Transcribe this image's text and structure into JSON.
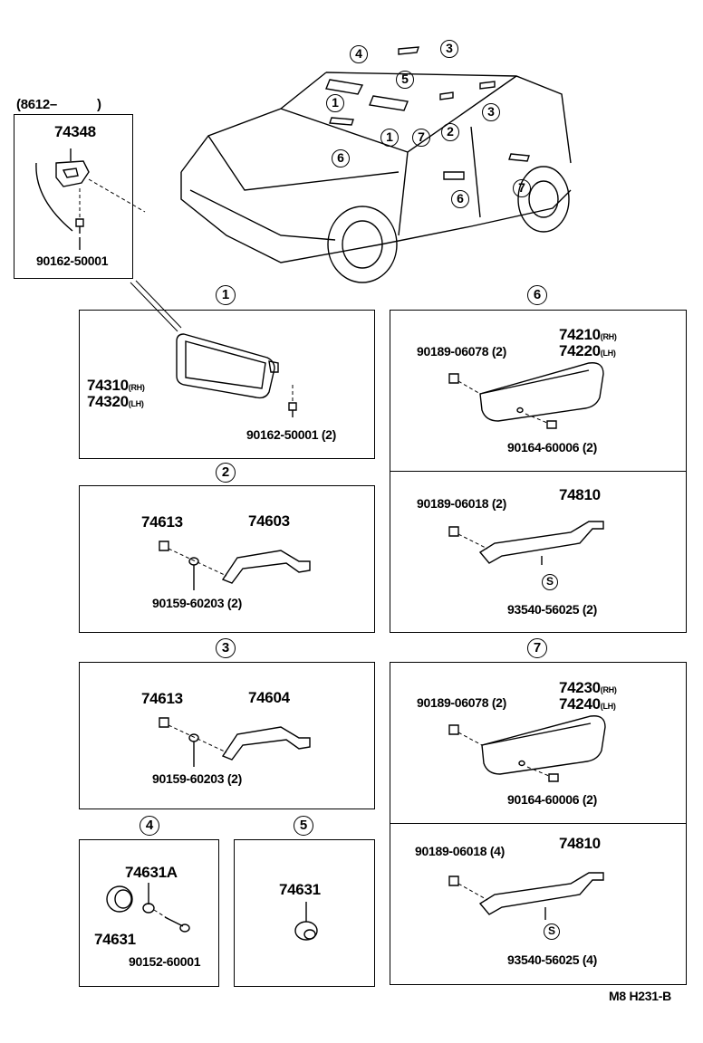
{
  "inset": {
    "date_range": "(8612–　　　)",
    "part_top": "74348",
    "part_bottom": "90162-50001"
  },
  "car_callouts": [
    "4",
    "5",
    "3",
    "1",
    "1",
    "7",
    "2",
    "3",
    "6",
    "6",
    "7"
  ],
  "sections": {
    "s1": {
      "id": "1",
      "part_a": "74310",
      "part_a_side": "(RH)",
      "part_b": "74320",
      "part_b_side": "(LH)",
      "part_c": "90162-50001 (2)"
    },
    "s2": {
      "id": "2",
      "part_a": "74613",
      "part_b": "74603",
      "part_c": "90159-60203 (2)"
    },
    "s3": {
      "id": "3",
      "part_a": "74613",
      "part_b": "74604",
      "part_c": "90159-60203 (2)"
    },
    "s4": {
      "id": "4",
      "part_a": "74631A",
      "part_b": "74631",
      "part_c": "90152-60001"
    },
    "s5": {
      "id": "5",
      "part_a": "74631"
    },
    "s6": {
      "id": "6",
      "top": {
        "part_a": "74210",
        "part_a_side": "(RH)",
        "part_b": "74220",
        "part_b_side": "(LH)",
        "part_c": "90189-06078 (2)",
        "part_d": "90164-60006 (2)"
      },
      "bottom": {
        "part_a": "74810",
        "part_b": "90189-06018 (2)",
        "part_c": "93540-56025 (2)",
        "s_mark": "S"
      }
    },
    "s7": {
      "id": "7",
      "top": {
        "part_a": "74230",
        "part_a_side": "(RH)",
        "part_b": "74240",
        "part_b_side": "(LH)",
        "part_c": "90189-06078 (2)",
        "part_d": "90164-60006 (2)"
      },
      "bottom": {
        "part_a": "74810",
        "part_b": "90189-06018 (4)",
        "part_c": "93540-56025 (4)",
        "s_mark": "S"
      }
    }
  },
  "footer": {
    "code": "M8  H231-B"
  }
}
